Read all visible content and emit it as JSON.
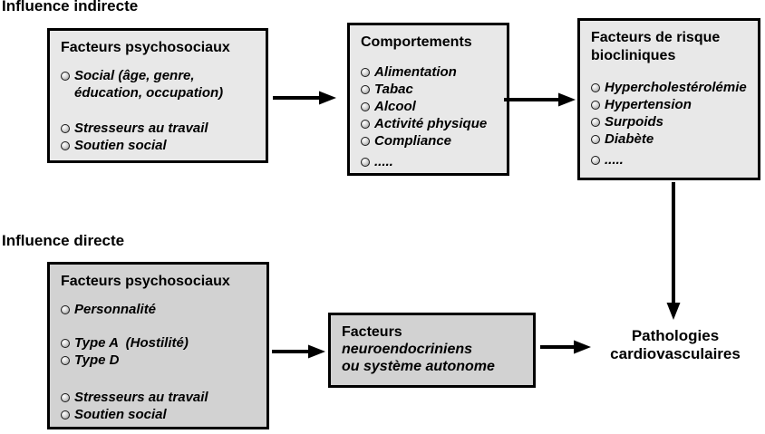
{
  "labels": {
    "indirect": "Influence indirecte",
    "direct": "Influence directe"
  },
  "boxes": {
    "psychosocial_indirect": {
      "title": "Facteurs psychosociaux",
      "items": [
        "Social (âge, genre,\néducation, occupation)",
        "Stresseurs au travail",
        "Soutien social"
      ]
    },
    "comportements": {
      "title": "Comportements",
      "items": [
        "Alimentation",
        "Tabac",
        "Alcool",
        "Activité physique",
        "Compliance",
        "....."
      ]
    },
    "risque_biocliniques": {
      "title": "Facteurs de risque\nbiocliniques",
      "items": [
        "Hypercholestérolémie",
        "Hypertension",
        "Surpoids",
        "Diabète",
        "....."
      ]
    },
    "psychosocial_direct": {
      "title": "Facteurs psychosociaux",
      "items": [
        "Personnalité",
        "Type A  (Hostilité)",
        "Type D",
        "Stresseurs au travail",
        "Soutien social"
      ]
    },
    "neuroendocrine": {
      "title": "Facteurs",
      "subtitle": "neuroendocriniens\nou système autonome"
    }
  },
  "endpoints": {
    "pathologies": "Pathologies\ncardiovasculaires"
  },
  "arrows": [
    {
      "from": "psychosocial_indirect",
      "to": "comportements"
    },
    {
      "from": "comportements",
      "to": "risque_biocliniques"
    },
    {
      "from": "risque_biocliniques",
      "to": "pathologies"
    },
    {
      "from": "psychosocial_direct",
      "to": "neuroendocrine"
    },
    {
      "from": "neuroendocrine",
      "to": "pathologies"
    }
  ],
  "colors": {
    "background": "#ffffff",
    "box_light_bg": "#e8e8e8",
    "box_dark_bg": "#d2d2d2",
    "border": "#000000",
    "arrow": "#000000",
    "text": "#000000"
  }
}
